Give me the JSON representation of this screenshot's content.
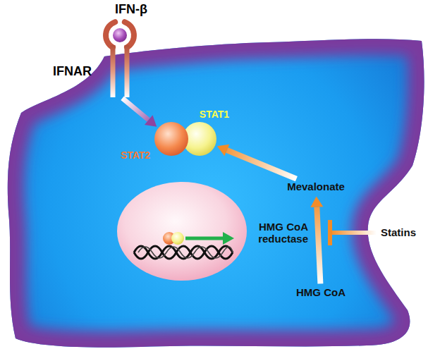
{
  "diagram": {
    "nodes": [
      {
        "text": [
          "IFN-β"
        ]
      },
      {
        "text": [
          "IFNAR"
        ]
      },
      {
        "text": [
          "STAT1"
        ]
      },
      {
        "text": [
          "STAT2"
        ]
      },
      {
        "text": [
          "Mevalonate"
        ]
      },
      {
        "text": [
          "HMG CoA reductase"
        ]
      },
      {
        "text": [
          "HMG CoA"
        ]
      },
      {
        "text": [
          "Statins"
        ]
      }
    ],
    "edges": [
      {
        "from": 1,
        "to": 3,
        "arrow": "to"
      },
      {
        "from": 4,
        "to": 2,
        "arrow": "to"
      },
      {
        "from": 6,
        "to": 4,
        "arrow": "to"
      },
      {
        "from": 7,
        "to": 5,
        "arrow": "to"
      }
    ]
  }
}
